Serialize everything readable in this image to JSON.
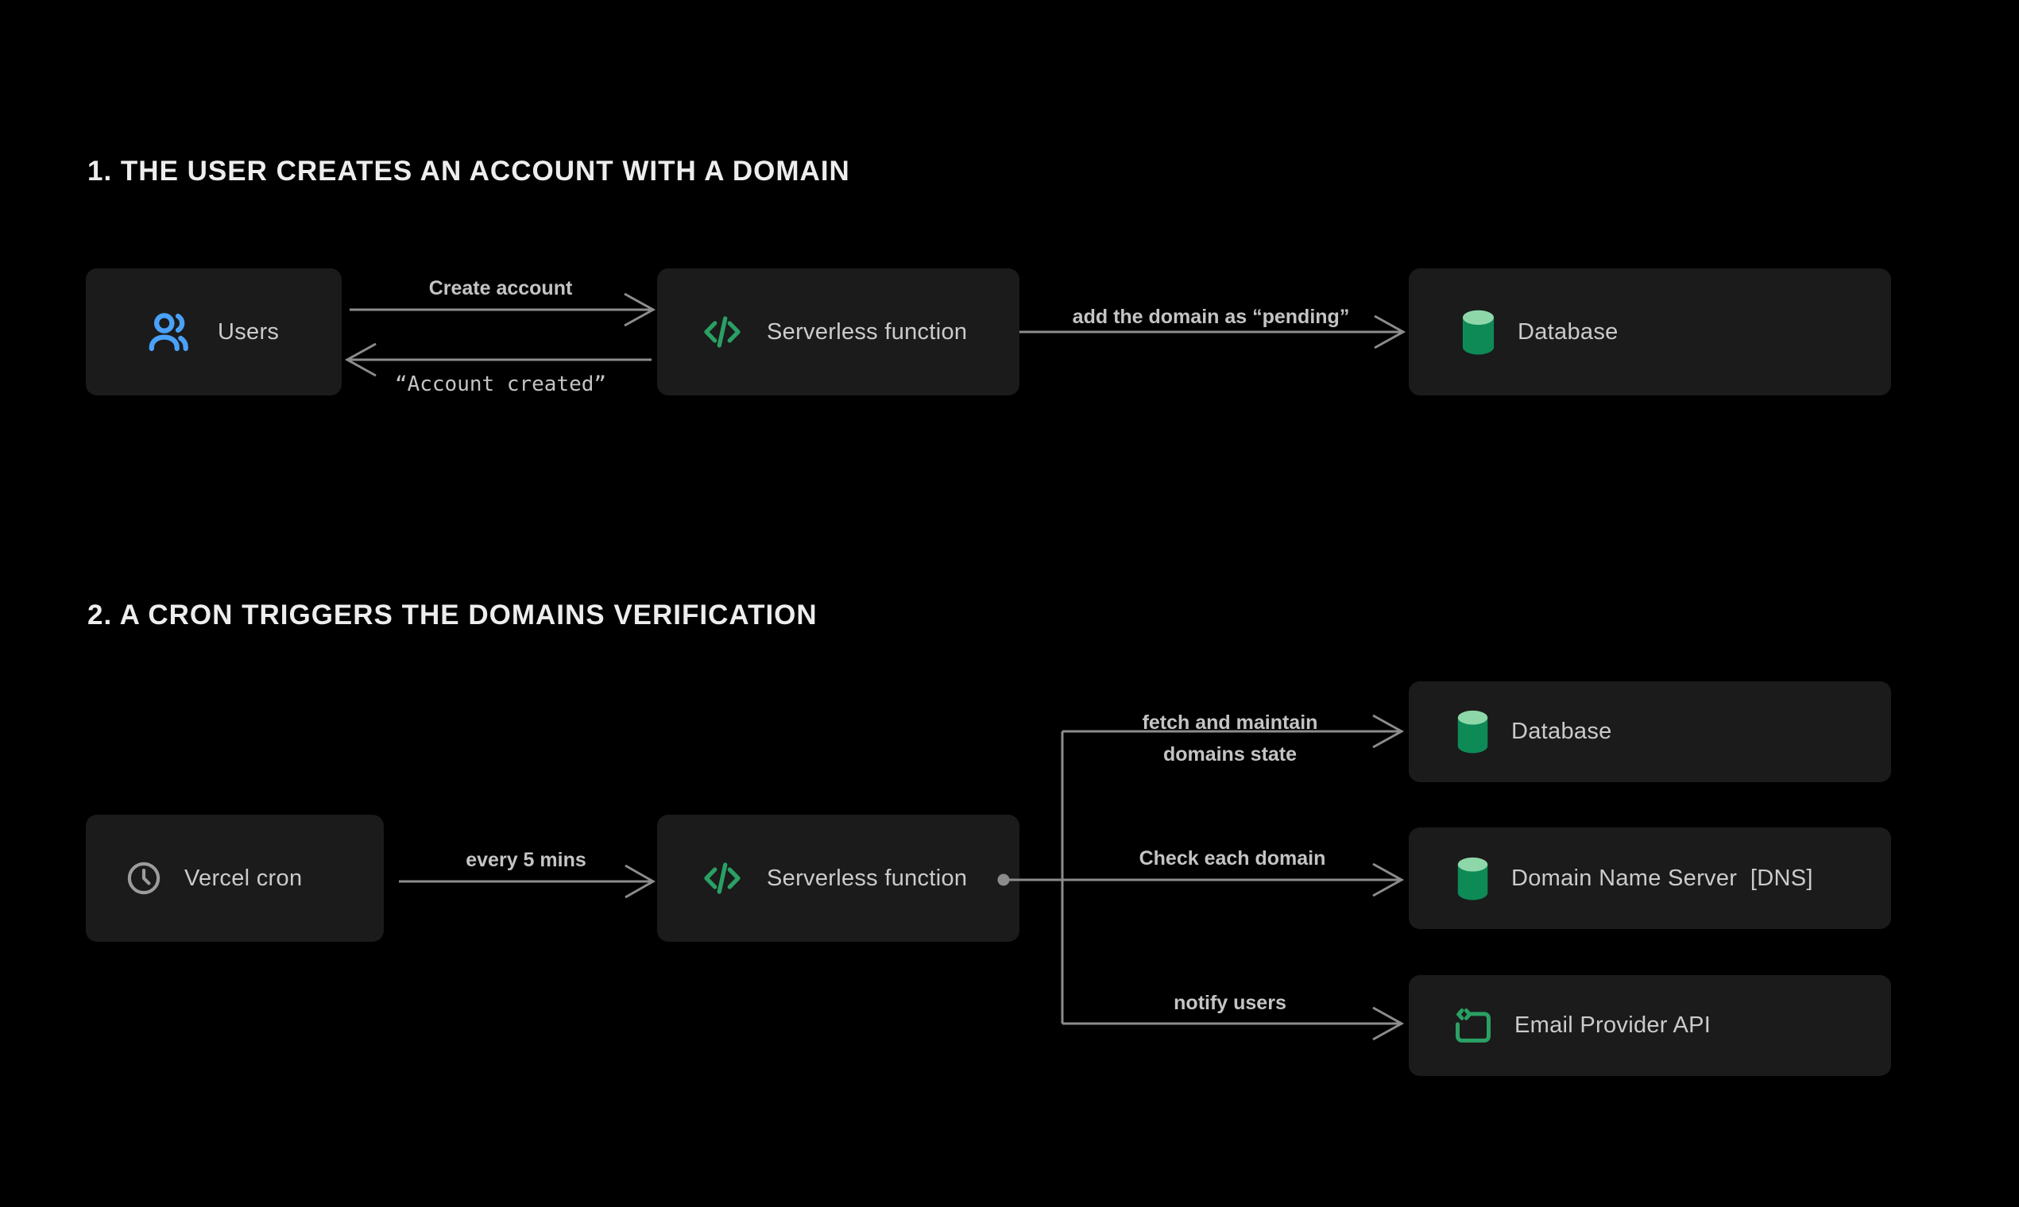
{
  "colors": {
    "bg": "#000000",
    "box_bg": "#1b1b1b",
    "box_text": "#cbcbcb",
    "title": "#ededed",
    "arrow": "#8c8c8c",
    "arrow_label": "#c4c4c4",
    "blue": "#4aa1f8",
    "green": "#2aa064",
    "cylinder_top": "#8ed7a9",
    "cylinder_body": "#0e8a56",
    "clock_gray": "#9c9c9c"
  },
  "sections": {
    "one": {
      "title": "1. THE USER CREATES AN ACCOUNT WITH A DOMAIN"
    },
    "two": {
      "title": "2. A CRON TRIGGERS THE DOMAINS VERIFICATION"
    }
  },
  "nodes": {
    "users": {
      "label": "Users",
      "icon": "users-icon"
    },
    "serverless1": {
      "label": "Serverless function",
      "icon": "code-icon"
    },
    "database1": {
      "label": "Database",
      "icon": "database-icon"
    },
    "cron": {
      "label": "Vercel cron",
      "icon": "clock-icon"
    },
    "serverless2": {
      "label": "Serverless function",
      "icon": "code-icon"
    },
    "database2": {
      "label": "Database",
      "icon": "database-icon"
    },
    "dns": {
      "label": "Domain Name Server  [DNS]",
      "icon": "database-icon"
    },
    "email": {
      "label": "Email Provider API",
      "icon": "email-api-icon"
    }
  },
  "arrows": {
    "create_account": {
      "label": "Create account"
    },
    "account_created": {
      "label": "“Account created”"
    },
    "add_domain_pending": {
      "label": "add the domain as “pending”"
    },
    "every_5_mins": {
      "label": "every 5 mins"
    },
    "fetch_domains": {
      "label_line1": "fetch and maintain",
      "label_line2": "domains state"
    },
    "check_each_domain": {
      "label": "Check each domain"
    },
    "notify_users": {
      "label": "notify users"
    }
  }
}
